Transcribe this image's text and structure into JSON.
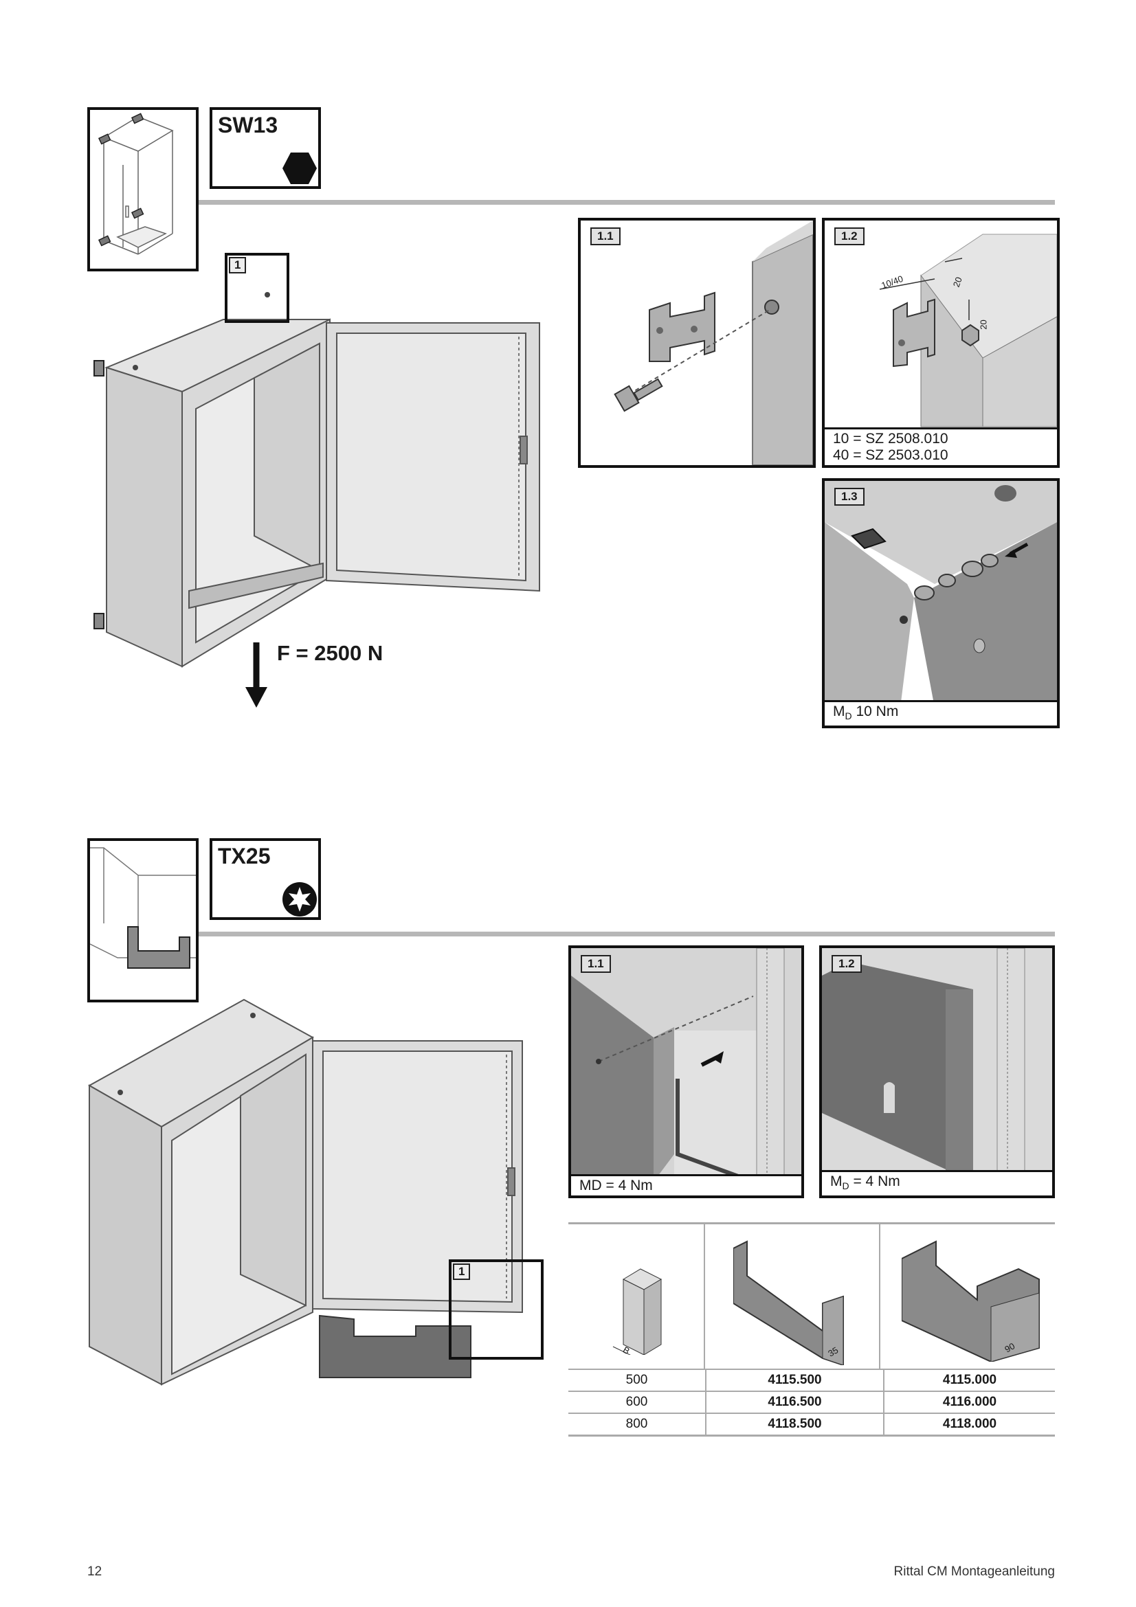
{
  "section1": {
    "tool_label": "SW13",
    "tool_icon": "hex-socket-icon",
    "overview_icon": "enclosure-corner-brackets-icon",
    "detail_tag": "1",
    "force_label": "F = 2500 N",
    "panel_1_1": {
      "tag": "1.1"
    },
    "panel_1_2": {
      "tag": "1.2",
      "dim_a": "10/40",
      "dim_b": "20",
      "dim_c": "20",
      "caption_line1": "10 = SZ 2508.010",
      "caption_line2": "40 = SZ 2503.010"
    },
    "panel_1_3": {
      "tag": "1.3",
      "caption_prefix": "M",
      "caption_sub": "D",
      "caption_value": " 10 Nm"
    }
  },
  "section2": {
    "tool_label": "TX25",
    "tool_icon": "torx-icon",
    "overview_icon": "plinth-trim-panel-icon",
    "detail_tag": "1",
    "panel_1_1": {
      "tag": "1.1",
      "caption": "MD = 4 Nm"
    },
    "panel_1_2": {
      "tag": "1.2",
      "caption_prefix": "M",
      "caption_sub": "D",
      "caption_value": " = 4 Nm"
    },
    "order_table": {
      "header_dims": {
        "b": "B",
        "d35": "35",
        "d90": "90"
      },
      "rows": [
        {
          "width": "500",
          "part_a": "4115.500",
          "part_b": "4115.000"
        },
        {
          "width": "600",
          "part_a": "4116.500",
          "part_b": "4116.000"
        },
        {
          "width": "800",
          "part_a": "4118.500",
          "part_b": "4118.000"
        }
      ]
    }
  },
  "footer": {
    "page_number": "12",
    "doc_title": "Rittal CM Montageanleitung"
  }
}
